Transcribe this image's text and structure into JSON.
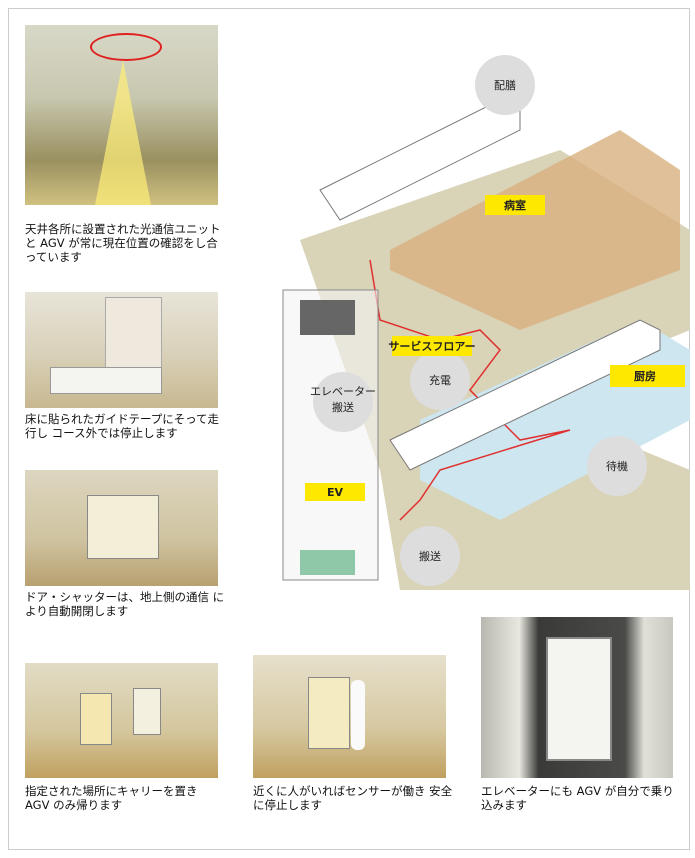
{
  "captions": [
    "天井各所に設置された光通信ユニットと AGV が常に現在位置の確認をし合っています",
    "床に貼られたガイドテープにそって走行し コース外では停止します",
    "ドア・シャッターは、地上側の通信 により自動開閉します",
    "指定された場所にキャリーを置き AGV のみ帰ります",
    "近くに人がいればセンサーが働き 安全に停止します",
    "エレベーターにも AGV が自分で乗り込みます"
  ],
  "diagram": {
    "bubbles": {
      "serve": "配膳",
      "charge": "充電",
      "elevator_1": "エレベーター",
      "elevator_2": "搬送",
      "standby": "待機",
      "transport": "搬送"
    },
    "labels": {
      "ward": "病室",
      "service_floor": "サービスフロアー",
      "kitchen": "厨房",
      "ev": "EV"
    },
    "colors": {
      "label": "#ffe800",
      "floor": "#d9d3b8",
      "kitchen_floor": "#cde6f0",
      "route": "#e03030",
      "ward_floor": "#d8b080"
    }
  }
}
